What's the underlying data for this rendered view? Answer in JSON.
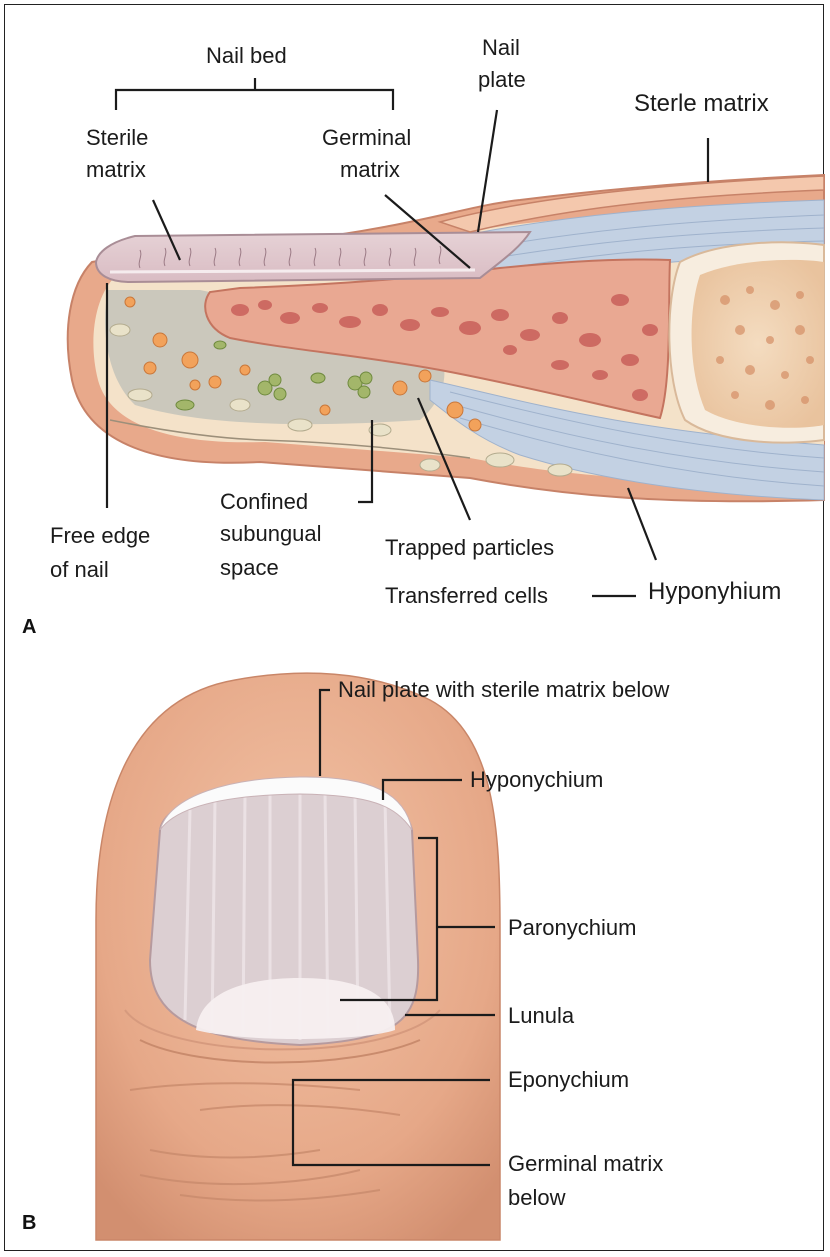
{
  "panel_a": {
    "letter": "A",
    "labels": {
      "nail_bed": "Nail bed",
      "nail_plate_1": "Nail",
      "nail_plate_2": "plate",
      "sterile_matrix_top": "Sterle matrix",
      "sterile_matrix_1": "Sterile",
      "sterile_matrix_2": "matrix",
      "germinal_matrix_1": "Germinal",
      "germinal_matrix_2": "matrix",
      "free_edge_1": "Free edge",
      "free_edge_2": "of nail",
      "confined_1": "Confined",
      "confined_2": "subungual",
      "confined_3": "space",
      "trapped_particles": "Trapped particles",
      "transferred_cells": "Transferred cells",
      "hyponychium": "Hyponyhium"
    }
  },
  "panel_b": {
    "letter": "B",
    "labels": {
      "nail_plate": "Nail plate with sterile matrix below",
      "hyponychium": "Hyponychium",
      "paronychium": "Paronychium",
      "lunula": "Lunula",
      "eponychium": "Eponychium",
      "germinal_1": "Germinal matrix",
      "germinal_2": "below"
    }
  },
  "colors": {
    "skin": "#e9b193",
    "skin_dark": "#d99a7c",
    "nail_plate": "#e9cfd8",
    "bone": "#e7ad97",
    "bone_spot": "#c9605a",
    "tendon": "#c9d5e4",
    "subungual": "#c9c7bd"
  }
}
